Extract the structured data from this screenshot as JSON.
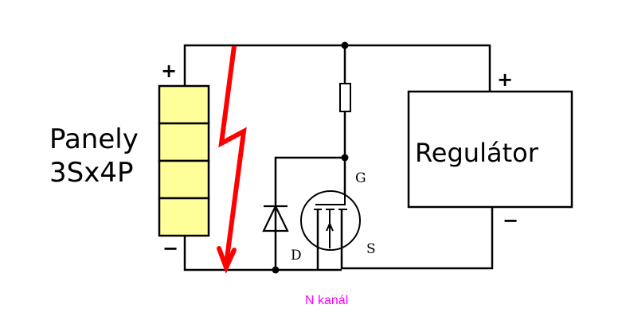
{
  "diagram": {
    "panel_label_line1": "Panely",
    "panel_label_line2": "3Sx4P",
    "panel_plus": "+",
    "panel_minus": "−",
    "panel_cells": 4,
    "regulator_label": "Regulátor",
    "regulator_plus": "+",
    "regulator_minus": "−",
    "mosfet_gate": "G",
    "mosfet_drain": "D",
    "mosfet_source": "S",
    "mosfet_type": "N kanál",
    "colors": {
      "panel_fill": "#ffff99",
      "wire": "#000000",
      "bolt": "#ff0000",
      "note": "#ff00ff"
    }
  }
}
